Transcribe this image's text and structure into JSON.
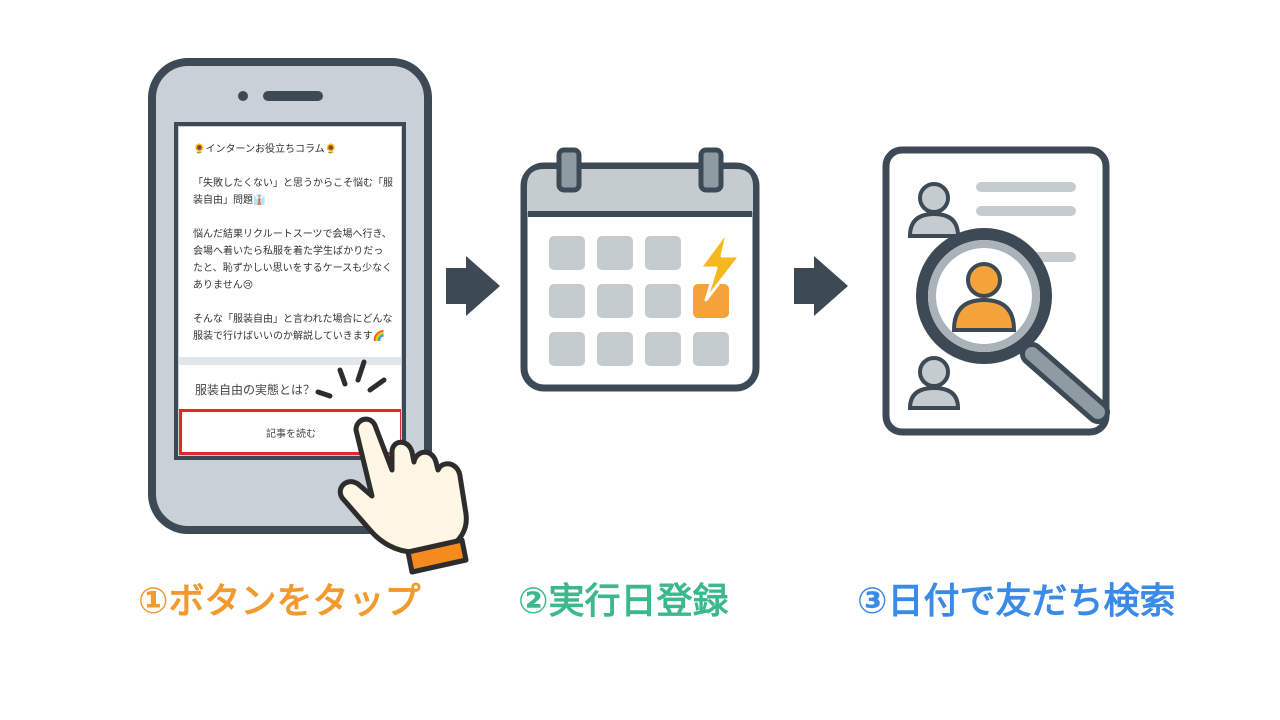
{
  "phone": {
    "post_lines": [
      "🌻インターンお役立ちコラム🌻",
      "「失敗したくない」と思うからこそ悩む「服装自由」問題👔",
      "悩んだ結果リクルートスーツで会場へ行き、会場へ着いたら私服を着た学生ばかりだったと、恥ずかしい思いをするケースも少なくありません😢",
      "そんな「服装自由」と言われた場合にどんな服装で行けばいいのか解説していきます🌈"
    ],
    "article_title": "服装自由の実態とは？",
    "read_button": "記事を読む"
  },
  "steps": {
    "step1": "①ボタンをタップ",
    "step2": "②実行日登録",
    "step3": "③日付で友だち検索"
  },
  "colors": {
    "step1": "#f29a2e",
    "step2": "#3bb98a",
    "step3": "#3a8be8",
    "icon_dark": "#3d4a55",
    "icon_gray": "#c5ccd0",
    "accent_orange": "#f4a23a",
    "highlight_red": "#e5262a"
  }
}
